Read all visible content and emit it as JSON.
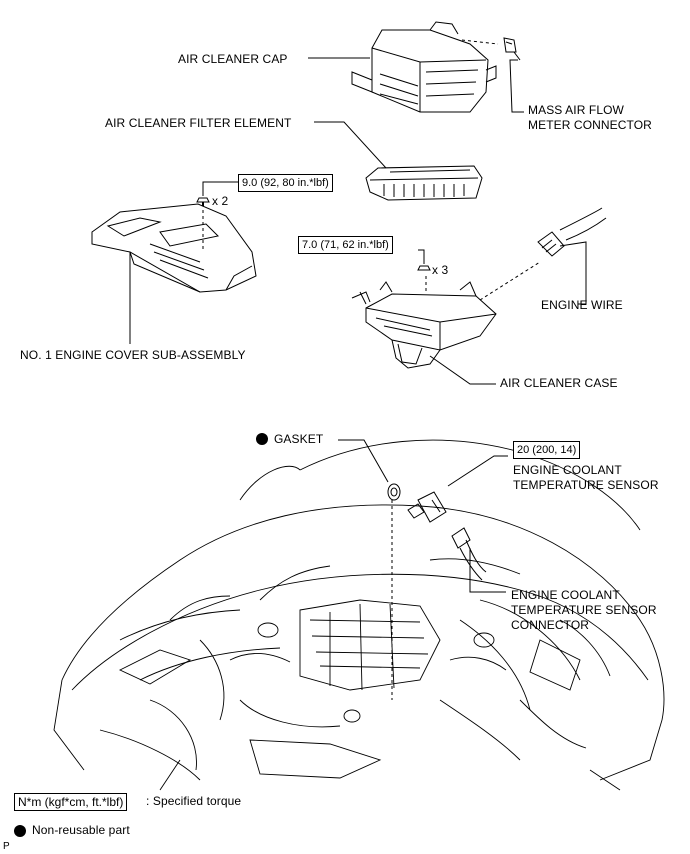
{
  "labels": {
    "air_cleaner_cap": "AIR CLEANER CAP",
    "maf_connector": [
      "MASS AIR FLOW",
      "METER CONNECTOR"
    ],
    "filter_element": "AIR CLEANER FILTER ELEMENT",
    "engine_wire": "ENGINE WIRE",
    "engine_cover": "NO. 1 ENGINE COVER SUB-ASSEMBLY",
    "air_cleaner_case": "AIR CLEANER CASE",
    "gasket": "GASKET",
    "ect_sensor": [
      "ENGINE COOLANT",
      "TEMPERATURE SENSOR"
    ],
    "ect_connector": [
      "ENGINE COOLANT",
      "TEMPERATURE SENSOR",
      "CONNECTOR"
    ]
  },
  "torques": {
    "cover_nuts": "9.0 (92, 80 in.*lbf)",
    "case_bolts": "7.0 (71, 62 in.*lbf)",
    "ect_sensor": "20 (200, 14)"
  },
  "quantities": {
    "cover_nuts": "x 2",
    "case_bolts": "x 3"
  },
  "legend": {
    "torque_box": "N*m (kgf*cm, ft.*lbf)",
    "torque_text": ": Specified torque",
    "nonreusable_text": "Non-reusable part"
  },
  "corner_mark": "P"
}
